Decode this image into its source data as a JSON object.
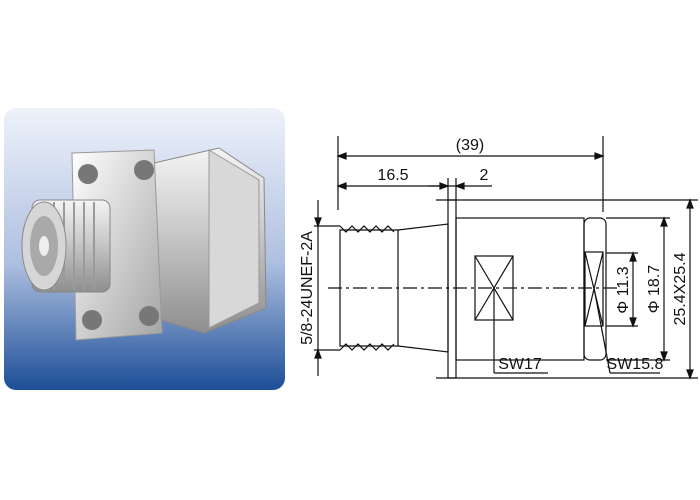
{
  "drawing": {
    "overall_length": "(39)",
    "body_length": "16.5",
    "flange_thickness": "2",
    "thread_spec": "5/8-24UNEF-2A",
    "wrench_flat_1": "SW17",
    "wrench_flat_2": "SW15.8",
    "diameter_inner": "Φ 11.3",
    "diameter_outer": "Φ 18.7",
    "flange_size": "25.4X25.4"
  },
  "colors": {
    "panel_top": "#e6ecf7",
    "panel_bottom": "#1d4f97",
    "line": "#111111"
  },
  "icons": {
    "product_photo": "n-type-flange-connector-icon"
  }
}
